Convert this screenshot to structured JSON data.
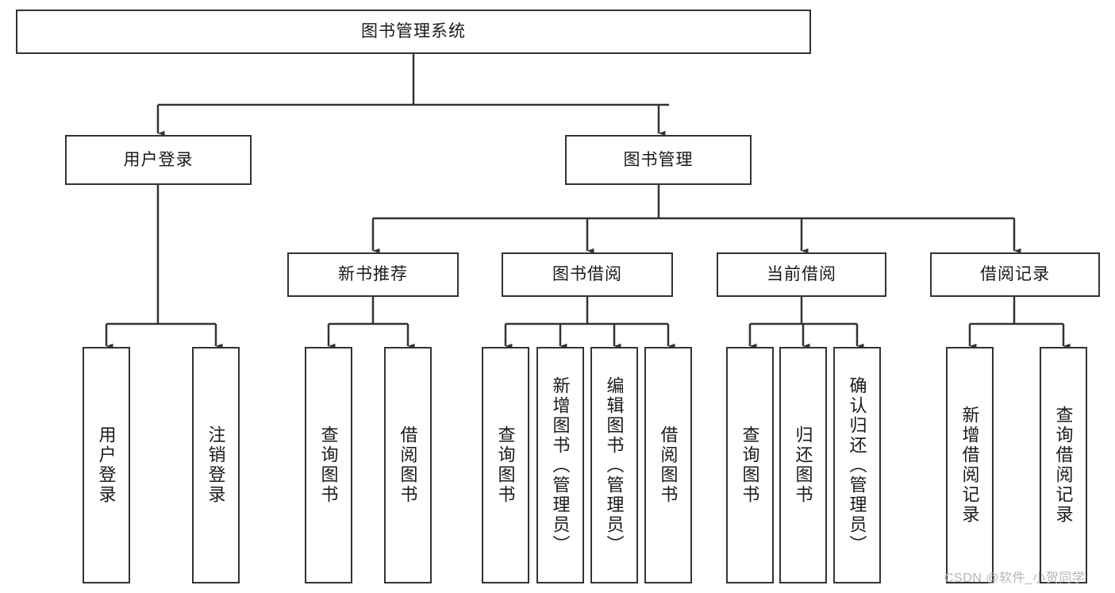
{
  "diagram": {
    "title_node": {
      "label": "图书管理系统"
    },
    "level2": [
      {
        "id": "user-login",
        "label": "用户登录"
      },
      {
        "id": "book-management",
        "label": "图书管理"
      }
    ],
    "level3": [
      {
        "id": "new-book-recommend",
        "label": "新书推荐"
      },
      {
        "id": "book-borrow",
        "label": "图书借阅"
      },
      {
        "id": "current-borrow",
        "label": "当前借阅"
      },
      {
        "id": "borrow-record",
        "label": "借阅记录"
      }
    ],
    "leaves": {
      "user_login": [
        {
          "id": "leaf-user-login",
          "label": "用户登录"
        },
        {
          "id": "leaf-logout-login",
          "label": "注销登录"
        }
      ],
      "new_book_recommend": [
        {
          "id": "leaf-query-book-1",
          "label": "查询图书"
        },
        {
          "id": "leaf-borrow-book-1",
          "label": "借阅图书"
        }
      ],
      "book_borrow": [
        {
          "id": "leaf-query-book-2",
          "label": "查询图书"
        },
        {
          "id": "leaf-add-book",
          "label": "新增图书（管理员）"
        },
        {
          "id": "leaf-edit-book",
          "label": "编辑图书（管理员）"
        },
        {
          "id": "leaf-borrow-book-2",
          "label": "借阅图书"
        }
      ],
      "current_borrow": [
        {
          "id": "leaf-query-book-3",
          "label": "查询图书"
        },
        {
          "id": "leaf-return-book",
          "label": "归还图书"
        },
        {
          "id": "leaf-confirm-return",
          "label": "确认归还（管理员）"
        }
      ],
      "borrow_record": [
        {
          "id": "leaf-add-record",
          "label": "新增借阅记录"
        },
        {
          "id": "leaf-query-record",
          "label": "查询借阅记录"
        }
      ]
    },
    "watermark": "CSDN @软件_小贺同学",
    "colors": {
      "border": "#333333",
      "background": "#ffffff",
      "text": "#1a1a1a",
      "watermark": "#b6b6b6"
    }
  }
}
